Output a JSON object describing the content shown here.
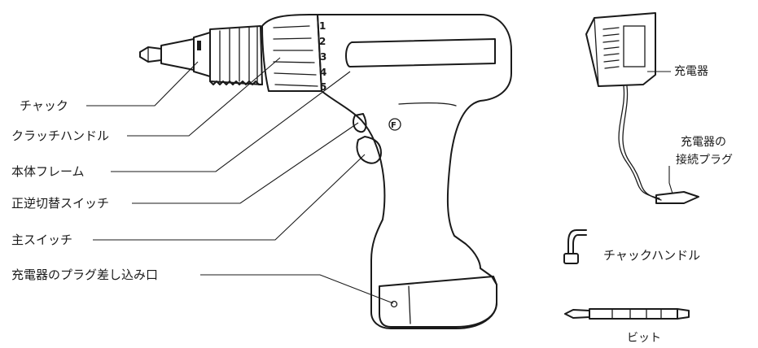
{
  "labels": {
    "chuck": "チャック",
    "clutch_handle": "クラッチハンドル",
    "body_frame": "本体フレーム",
    "reverse_switch": "正逆切替スイッチ",
    "main_switch": "主スイッチ",
    "charger_plug_inlet": "充電器のプラグ差し込み口",
    "charger": "充電器",
    "charger_plug_line1": "充電器の",
    "charger_plug_line2": "接続プラグ",
    "chuck_handle": "チャックハンドル",
    "bit": "ビット"
  },
  "clutch_numbers": [
    "1",
    "2",
    "3",
    "4",
    "5"
  ],
  "logo_mark": "F"
}
